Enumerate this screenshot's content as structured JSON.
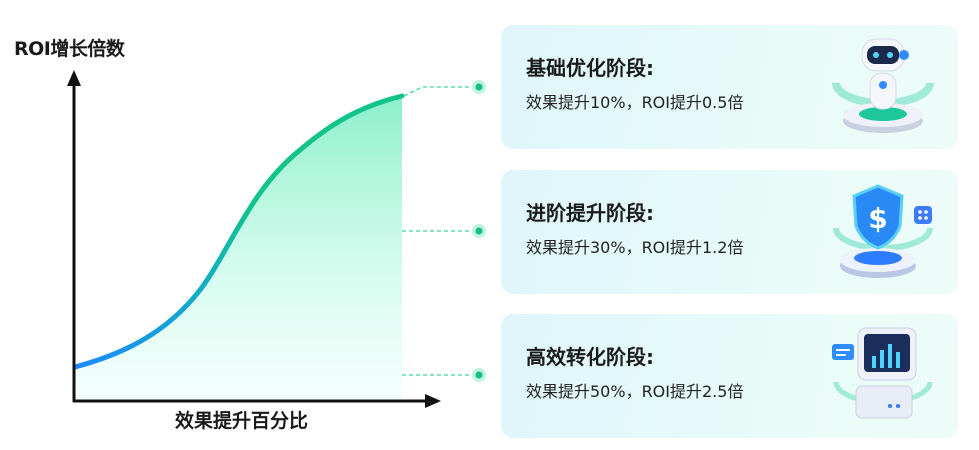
{
  "chart": {
    "y_axis_label": "ROI增长倍数",
    "x_axis_label": "效果提升百分比"
  },
  "colors": {
    "curve_start": "#1e88ff",
    "curve_end": "#12c48b",
    "dot": "#1fd08e",
    "card_bg": "#e3f8f9"
  },
  "stages": [
    {
      "title": "基础优化阶段:",
      "desc": "效果提升10%，ROI提升0.5倍",
      "icon": "robot-icon"
    },
    {
      "title": "进阶提升阶段:",
      "desc": "效果提升30%，ROI提升1.2倍",
      "icon": "dollar-shield-icon"
    },
    {
      "title": "高效转化阶段:",
      "desc": "效果提升50%，ROI提升2.5倍",
      "icon": "computer-chart-icon"
    }
  ]
}
